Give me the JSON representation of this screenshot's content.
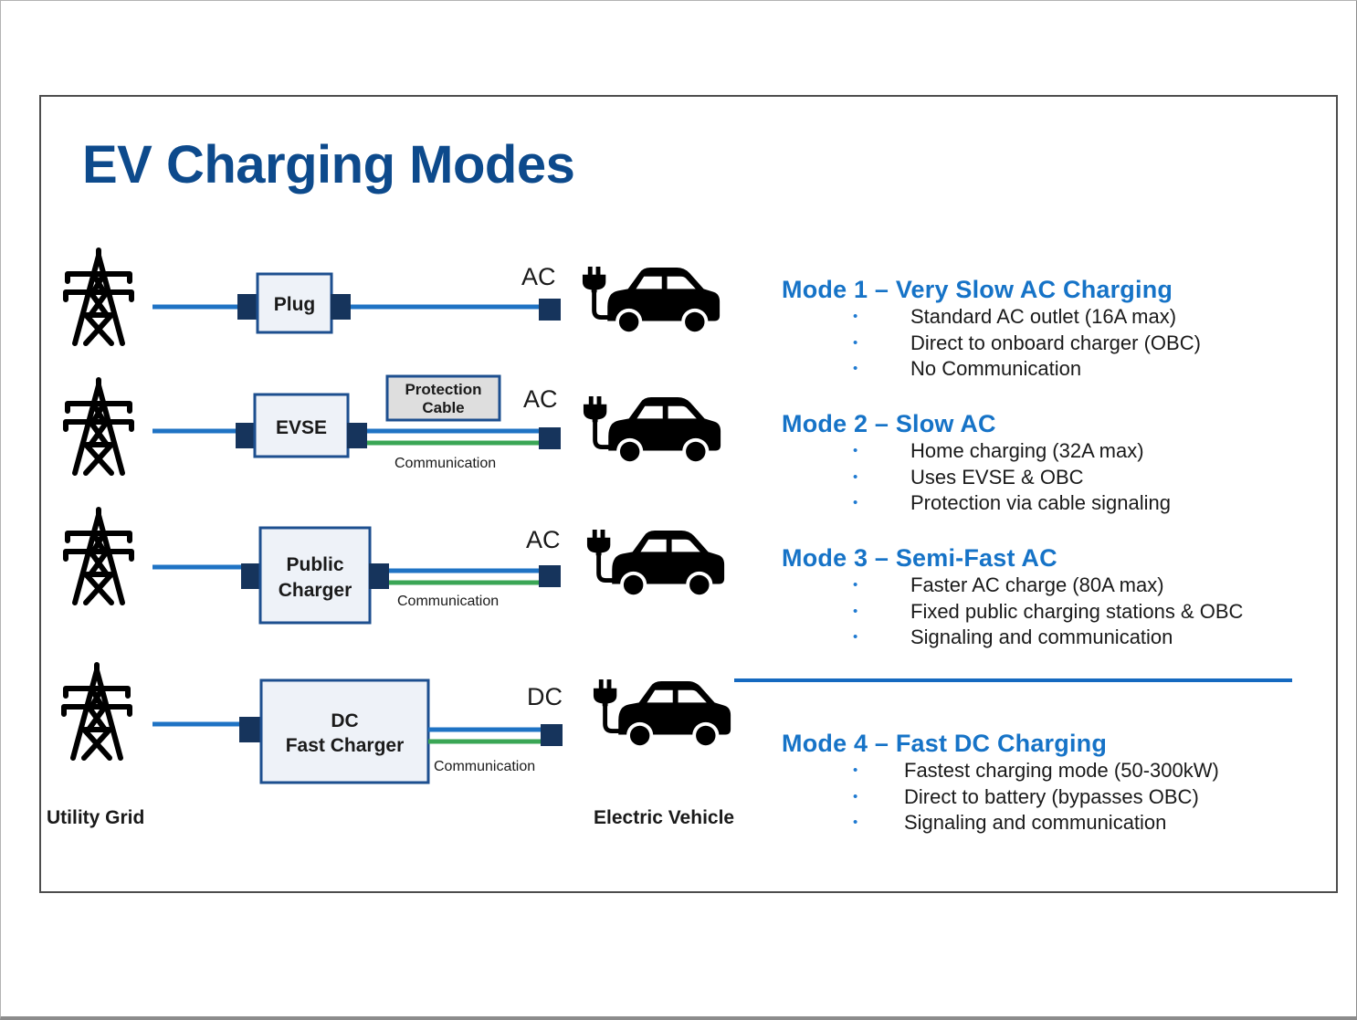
{
  "title": "EV Charging Modes",
  "colors": {
    "title": "#0d4a8c",
    "mode_title": "#1673c7",
    "power_line": "#1f73c4",
    "communication_line": "#3aa655",
    "connector": "#16345c",
    "box_fill": "#eef2f8",
    "box_border": "#1d4f8f"
  },
  "icons": {
    "grid": "power-tower-icon",
    "vehicle": "electric-car-icon"
  },
  "rows": [
    {
      "box_label": [
        "Plug"
      ],
      "current_type": "AC"
    },
    {
      "box_label": [
        "EVSE"
      ],
      "current_type": "AC",
      "protection_label": [
        "Protection",
        "Cable"
      ],
      "comm_label": "Communication"
    },
    {
      "box_label": [
        "Public",
        "Charger"
      ],
      "current_type": "AC",
      "comm_label": "Communication"
    },
    {
      "box_label": [
        "DC",
        "Fast Charger"
      ],
      "current_type": "DC",
      "comm_label": "Communication"
    }
  ],
  "footer": {
    "grid_label": "Utility Grid",
    "vehicle_label": "Electric Vehicle"
  },
  "modes": [
    {
      "title": "Mode 1 – Very Slow AC Charging",
      "bullets": [
        "Standard AC outlet (16A max)",
        "Direct to onboard charger (OBC)",
        "No Communication"
      ]
    },
    {
      "title": "Mode 2 – Slow AC",
      "bullets": [
        "Home charging (32A max)",
        "Uses EVSE & OBC",
        "Protection via cable signaling"
      ]
    },
    {
      "title": "Mode 3 – Semi-Fast AC",
      "bullets": [
        "Faster AC charge (80A max)",
        "Fixed public charging stations & OBC",
        "Signaling and communication"
      ]
    },
    {
      "title": "Mode 4 – Fast DC Charging",
      "bullets": [
        "Fastest charging mode (50-300kW)",
        "Direct to battery (bypasses OBC)",
        "Signaling and communication"
      ]
    }
  ]
}
